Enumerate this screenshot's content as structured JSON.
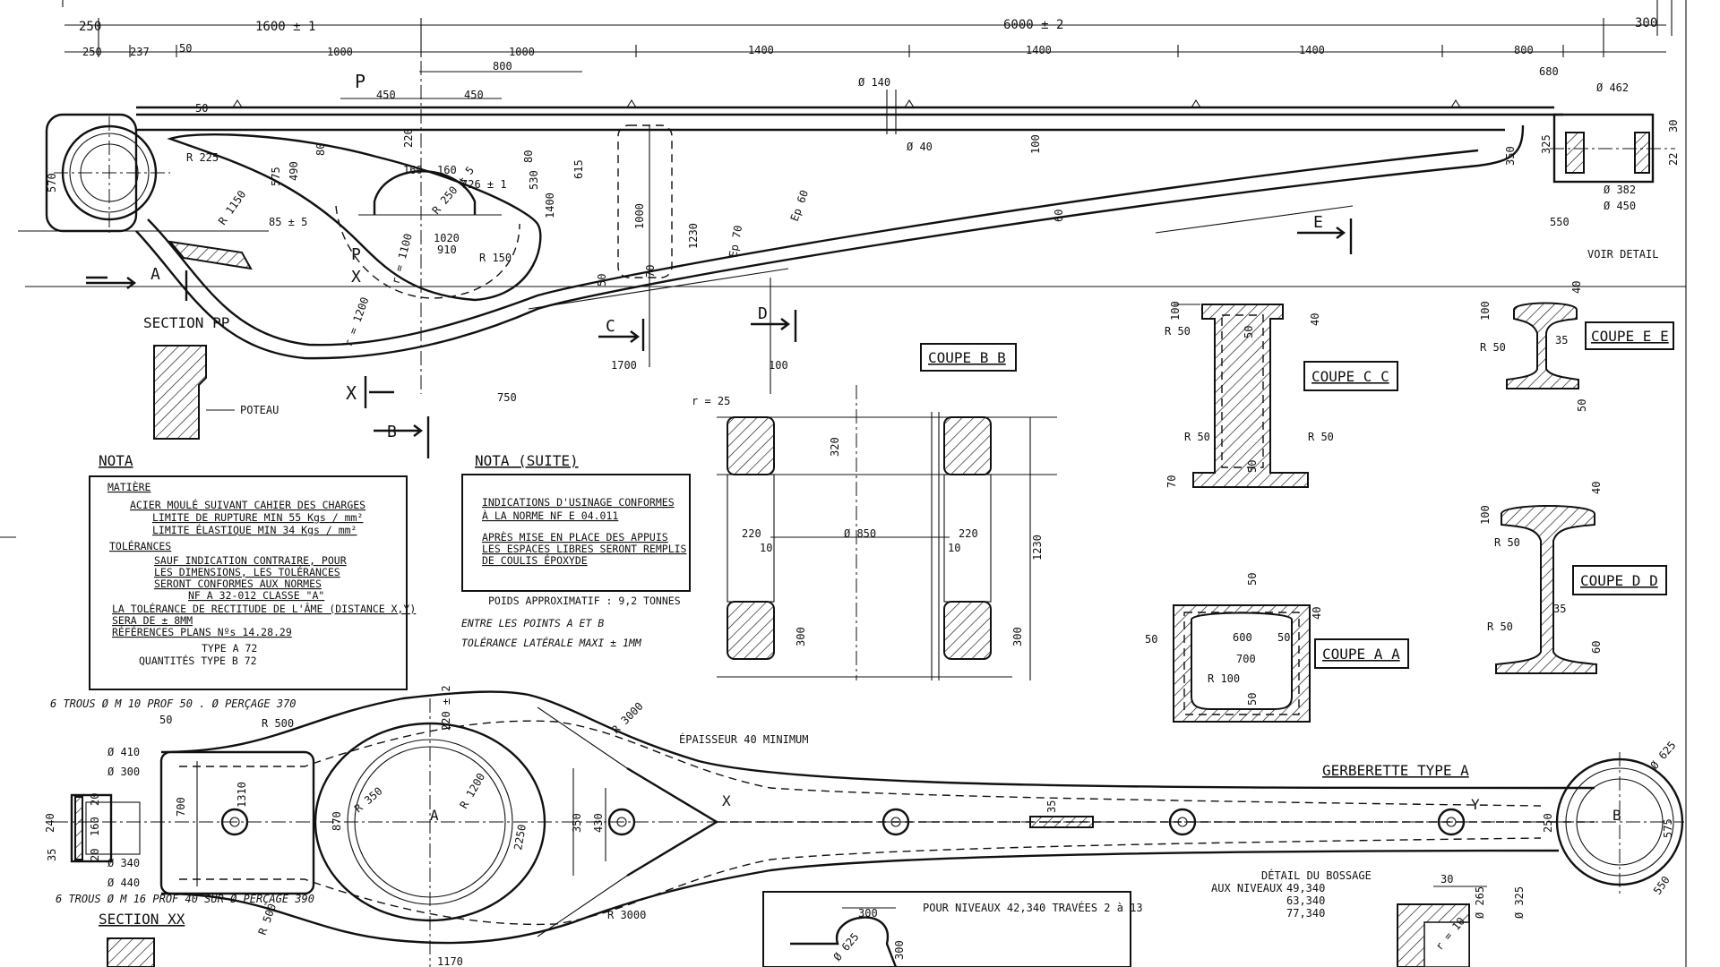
{
  "dims_top": {
    "d250a": "250",
    "d1600": "1600 ± 1",
    "d6000": "6000 ± 2",
    "d300": "300",
    "d250b": "250",
    "d237": "237",
    "d50a": "50",
    "d1000a": "1000",
    "d1000b": "1000",
    "d800a": "800",
    "d1400a": "1400",
    "d1400b": "1400",
    "d1400c": "1400",
    "d800b": "800",
    "d680": "680",
    "d450a": "450",
    "d450b": "450",
    "d140": "Ø 140",
    "d462": "Ø 462",
    "d40": "Ø 40",
    "d382": "Ø 382",
    "d450c": "Ø 450",
    "d550": "550",
    "d325": "325",
    "d350": "350",
    "d100": "100",
    "d60": "60",
    "d615": "615",
    "d530": "530",
    "d1400v": "1400",
    "d575": "575",
    "d490": "490",
    "d570": "570",
    "d220": "220",
    "d160a": "160",
    "d160b": "160",
    "d726": "726 ± 1",
    "d85": "85 ± 5",
    "d1020": "1020",
    "d910": "910",
    "d1000v": "1000",
    "d1230v": "1230",
    "d1700": "1700",
    "d750": "750",
    "d100b": "100",
    "d80a": "80",
    "d80b": "80",
    "d50b": "50",
    "d70": "70",
    "d30": "30",
    "d22": "22",
    "ep70": "Ep 70",
    "ep60": "Ep 60",
    "r150": "R 150",
    "r250": "R 250 ± 5",
    "r1100": "r = 1100",
    "r1200": "r = 1200",
    "r1150": "R 1150",
    "r225": "R 225"
  },
  "section_labels": {
    "section_pp": "SECTION PP",
    "poteau": "POTEAU",
    "voir_detail": "VOIR DETAIL",
    "mark_p": "P",
    "mark_x": "X",
    "mark_a": "A",
    "mark_b": "B",
    "mark_c": "C",
    "mark_d": "D",
    "mark_e": "E"
  },
  "nota": {
    "title": "NOTA",
    "matiere": "MATIÈRE",
    "lines": [
      "ACIER MOULÉ SUIVANT CAHIER DES CHARGES",
      "LIMITE DE RUPTURE MIN 55 Kgs / mm²",
      "LIMITE ÉLASTIQUE  MIN 34 Kgs / mm²"
    ],
    "tolerances": "TOLÉRANCES",
    "tol_lines": [
      "SAUF INDICATION CONTRAIRE, POUR",
      "LES DIMENSIONS, LES TOLÉRANCES",
      "SERONT CONFORMES AUX NORMES",
      "NF A 32-012 CLASSE \"A\""
    ],
    "rect_lines": [
      "LA TOLÉRANCE DE RECTITUDE DE L'ÂME (DISTANCE X,Y)",
      "SERA DE ± 8MM",
      "RÉFÉRENCES  PLANS Nºs 14.28.29"
    ],
    "type_a": "TYPE A   72",
    "type_b": "QUANTITÉS  TYPE B   72"
  },
  "nota_suite": {
    "title": "NOTA (SUITE)",
    "lines": [
      "INDICATIONS D'USINAGE CONFORMES",
      "À LA NORME NF E 04.011",
      "APRÈS MISE EN PLACE DES APPUIS",
      "LES ESPACES LIBRES SERONT REMPLIS",
      "DE COULIS ÉPOXYDE"
    ],
    "poids": "POIDS APPROXIMATIF : 9,2 TONNES",
    "entre": "ENTRE LES POINTS A ET B",
    "tol_lat": "TOLÉRANCE LATÉRALE MAXI ± 1MM"
  },
  "coupe_bb": {
    "title": "COUPE B B",
    "r25": "r = 25",
    "d320": "320",
    "d220a": "220",
    "d220b": "220",
    "d10a": "10",
    "d10b": "10",
    "d850": "Ø 850",
    "d1230": "1230",
    "d300a": "300",
    "d300b": "300"
  },
  "coupe_cc": {
    "title": "COUPE C C",
    "r50a": "R 50",
    "r50b": "R 50",
    "r50c": "R 50",
    "d100": "100",
    "d50a": "50",
    "d50b": "50",
    "d40": "40",
    "d70": "70"
  },
  "coupe_ee": {
    "title": "COUPE E E",
    "r50": "R 50",
    "d35": "35",
    "d50": "50",
    "d40": "40",
    "d100": "100"
  },
  "coupe_dd": {
    "title": "COUPE D D",
    "r50a": "R 50",
    "r50b": "R 50",
    "d35": "35",
    "d40": "40",
    "d100": "100",
    "d60": "60"
  },
  "coupe_aa": {
    "title": "COUPE A A",
    "d600": "600",
    "d700": "700",
    "d50a": "50",
    "d50b": "50",
    "d50c": "50",
    "d50d": "50",
    "d40": "40",
    "r100": "R 100"
  },
  "gerberette": {
    "title": "GERBERETTE TYPE A",
    "epaisseur": "ÉPAISSEUR 40 MINIMUM",
    "trous_top": "6 TROUS Ø M 10  PROF 50 . Ø PERÇAGE 370",
    "trous_bot": "6 TROUS Ø M 16  PROF 40  SUR Ø PERÇAGE 390",
    "section_xx": "SECTION XX",
    "r500a": "R 500",
    "r500b": "R 500",
    "r3000a": "R 3000",
    "r3000b": "R 3000",
    "r350": "R 350",
    "r1200": "R 1200",
    "d2250": "2250",
    "d220": "220 ± 2",
    "d1310": "1310",
    "d700": "700",
    "d870": "870",
    "d350": "350",
    "d430": "430",
    "d35": "35",
    "d625": "Ø 625",
    "d250": "250",
    "d575": "575",
    "d550": "550",
    "d1170": "1170",
    "d410": "Ø 410",
    "d300": "Ø 300",
    "d340": "Ø 340",
    "d440": "Ø 440",
    "d20a": "20",
    "d20b": "20",
    "d160": "160",
    "d35b": "35",
    "d50": "50",
    "d240": "240",
    "mark_a": "A",
    "mark_b": "B",
    "mark_x": "X",
    "mark_y": "Y"
  },
  "detail": {
    "title": "DÉTAIL DU BOSSAGE",
    "niveaux": "AUX NIVEAUX",
    "n1": "49,340",
    "n2": "63,340",
    "n3": "77,340",
    "d30": "30",
    "d265": "Ø 265",
    "d325": "Ø 325",
    "r10": "r = 10",
    "pour": "POUR  NIVEAUX 42,340  TRAVÉES 2 à 13",
    "d300a": "300",
    "d300b": "300",
    "d625": "Ø 625"
  }
}
